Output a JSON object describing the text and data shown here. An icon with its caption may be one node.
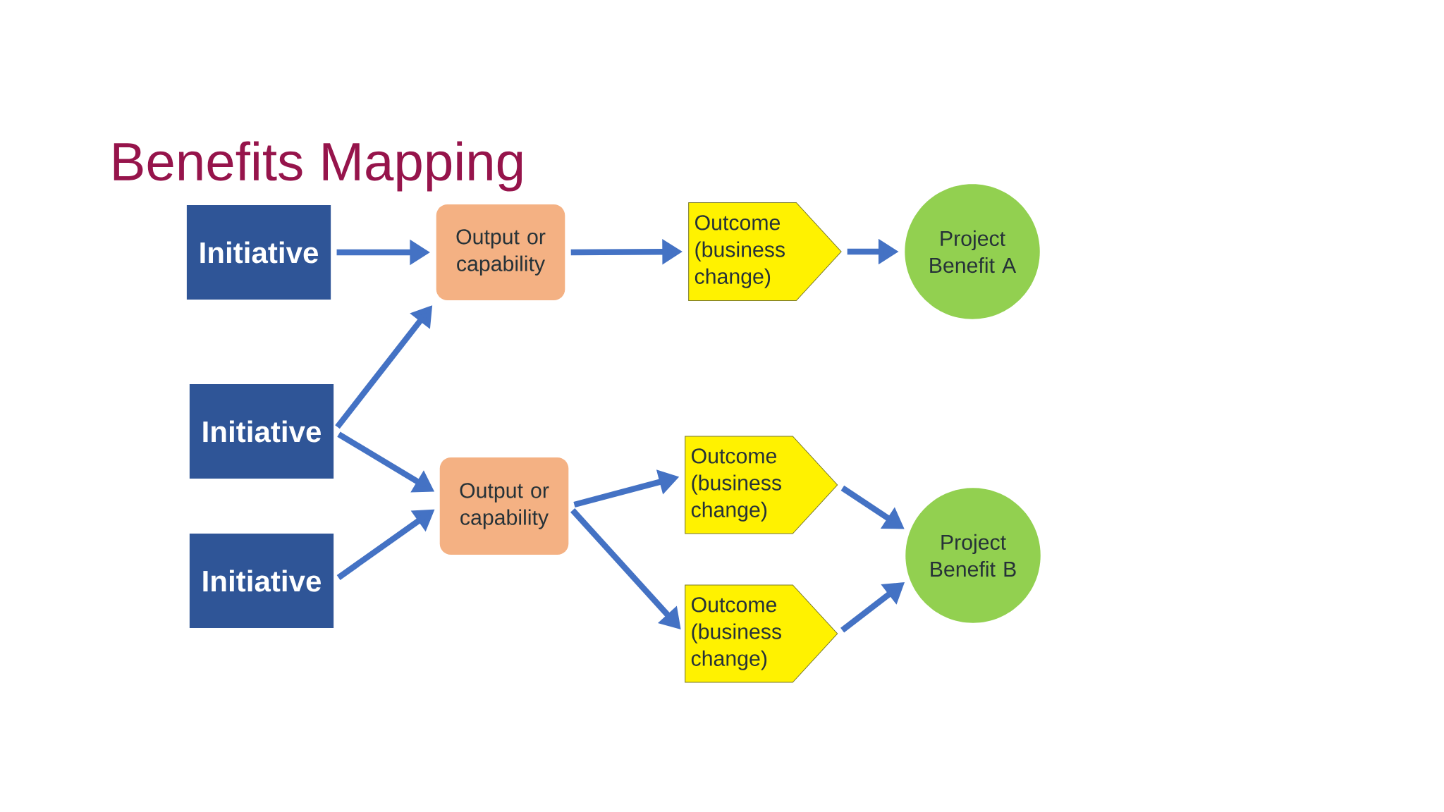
{
  "diagram": {
    "title": "Benefits Mapping",
    "nodes": [
      {
        "text": [
          "Initiative"
        ]
      },
      {
        "text": [
          "Initiative"
        ]
      },
      {
        "text": [
          "Initiative"
        ]
      },
      {
        "text": [
          "Output or capability"
        ]
      },
      {
        "text": [
          "Output or capability"
        ]
      },
      {
        "text": [
          "Outcome (business change)"
        ]
      },
      {
        "text": [
          "Outcome (business change)"
        ]
      },
      {
        "text": [
          "Outcome (business change)"
        ]
      },
      {
        "text": [
          "Project Benefit A"
        ]
      },
      {
        "text": [
          "Project Benefit B"
        ]
      }
    ],
    "edges": [
      {
        "from": 0,
        "to": 3,
        "arrow": "to"
      },
      {
        "from": 1,
        "to": 3,
        "arrow": "to"
      },
      {
        "from": 1,
        "to": 4,
        "arrow": "to"
      },
      {
        "from": 2,
        "to": 4,
        "arrow": "to"
      },
      {
        "from": 3,
        "to": 5,
        "arrow": "to"
      },
      {
        "from": 5,
        "to": 8,
        "arrow": "to"
      },
      {
        "from": 4,
        "to": 6,
        "arrow": "to"
      },
      {
        "from": 4,
        "to": 7,
        "arrow": "to"
      },
      {
        "from": 6,
        "to": 9,
        "arrow": "to"
      },
      {
        "from": 7,
        "to": 9,
        "arrow": "to"
      }
    ]
  }
}
